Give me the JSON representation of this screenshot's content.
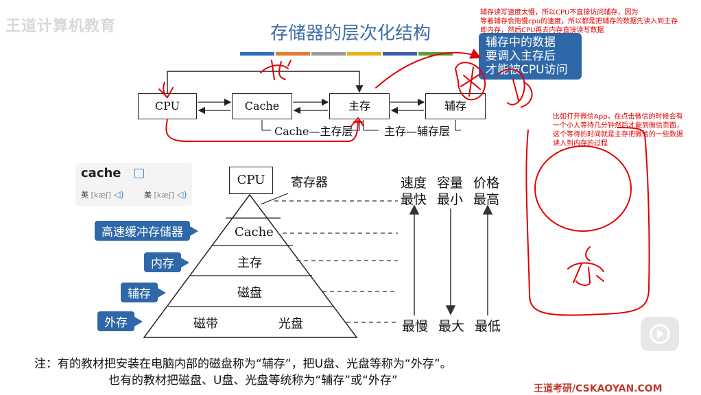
{
  "watermark": "王道计算机教育",
  "title": "存储器的层次化结构",
  "title_bar_colors": [
    "#2e6fb5",
    "#e07b2c",
    "#9a9a9a",
    "#e6b21c",
    "#3d5fa8",
    "#5a9e3a"
  ],
  "flow": {
    "cpu": "CPU",
    "cache": "Cache",
    "main": "主存",
    "aux": "辅存",
    "layer1": "Cache—主存层",
    "layer2": "主存—辅存层"
  },
  "callout_box": [
    "辅存中的数据",
    "要调入主存后",
    "才能被CPU访问"
  ],
  "red_note_top": [
    "辅存读写速度太慢，所以CPU不直接访问辅存，因为",
    "等着辅存会拖慢cpu的速度，所以都是把辅存的数据先读入到主存",
    "即内存，然后CPU再去内存直接读写数据"
  ],
  "red_note_right": [
    "比如打开微信App，在点击微信的时候会有",
    "一个小人等待几分钟然后才能到微信页面，",
    "这个等待的时间就是主存把微信的一些数据",
    "读入到内存的过程"
  ],
  "dictionary": {
    "word": "cache",
    "uk_label": "英",
    "uk_ipa": "[kæʃ]",
    "us_label": "美",
    "us_ipa": "[kæʃ]"
  },
  "pyramid": {
    "cpu": "CPU",
    "register": "寄存器",
    "cache": "Cache",
    "main": "主存",
    "disk": "磁盘",
    "tape": "磁带",
    "optical": "光盘"
  },
  "side_labels": {
    "cache_mem": "高速缓冲存储器",
    "internal": "内存",
    "aux": "辅存",
    "external": "外存"
  },
  "properties": {
    "speed_top": [
      "速度",
      "最快"
    ],
    "capacity_top": [
      "容量",
      "最小"
    ],
    "price_top": [
      "价格",
      "最高"
    ],
    "speed_bottom": "最慢",
    "capacity_bottom": "最大",
    "price_bottom": "最低"
  },
  "footnote": {
    "line1": "注：有的教材把安装在电脑内部的磁盘称为“辅存”，把U盘、光盘等称为“外存”。",
    "line2": "也有的教材把磁盘、U盘、光盘等统称为“辅存”或“外存”"
  },
  "credit": "王道考研/CSKAOYAN.COM",
  "play_icon": "play-icon"
}
